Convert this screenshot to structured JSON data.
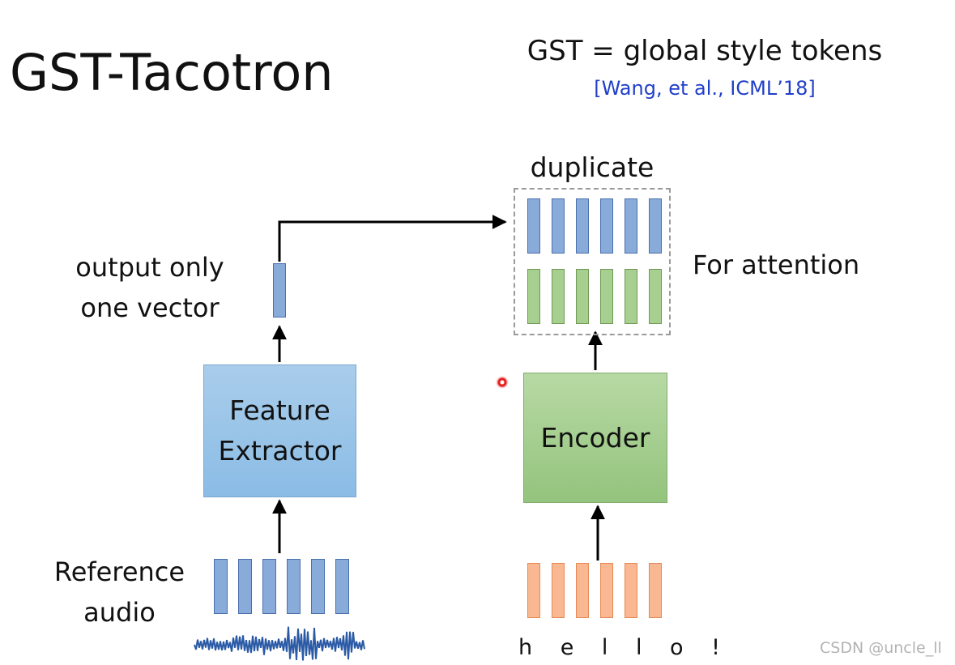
{
  "slide": {
    "title": "GST-Tacotron",
    "definition": "GST = global style tokens",
    "citation": "[Wang, et al., ICML’18]"
  },
  "labels": {
    "duplicate": "duplicate",
    "for_attention": "For attention",
    "output_line1": "output only",
    "output_line2": "one vector",
    "reference_line1": "Reference",
    "reference_line2": "audio",
    "hello_text": "h e l l o !"
  },
  "blocks": {
    "feature_extractor_line1": "Feature",
    "feature_extractor_line2": "Extractor",
    "encoder": "Encoder"
  },
  "vectors": {
    "reference_count": 6,
    "duplicate_style_count": 6,
    "duplicate_encoder_count": 6,
    "hello_count": 6
  },
  "colors": {
    "feature_extractor": "#8bbce5",
    "encoder": "#94c47d",
    "style_vector": "#89abd9",
    "encoder_vector": "#a7cf8f",
    "char_vector": "#f9b891",
    "citation": "#1f3fc9",
    "waveform": "#2a5aa6"
  },
  "watermark": "CSDN @uncle_ll"
}
